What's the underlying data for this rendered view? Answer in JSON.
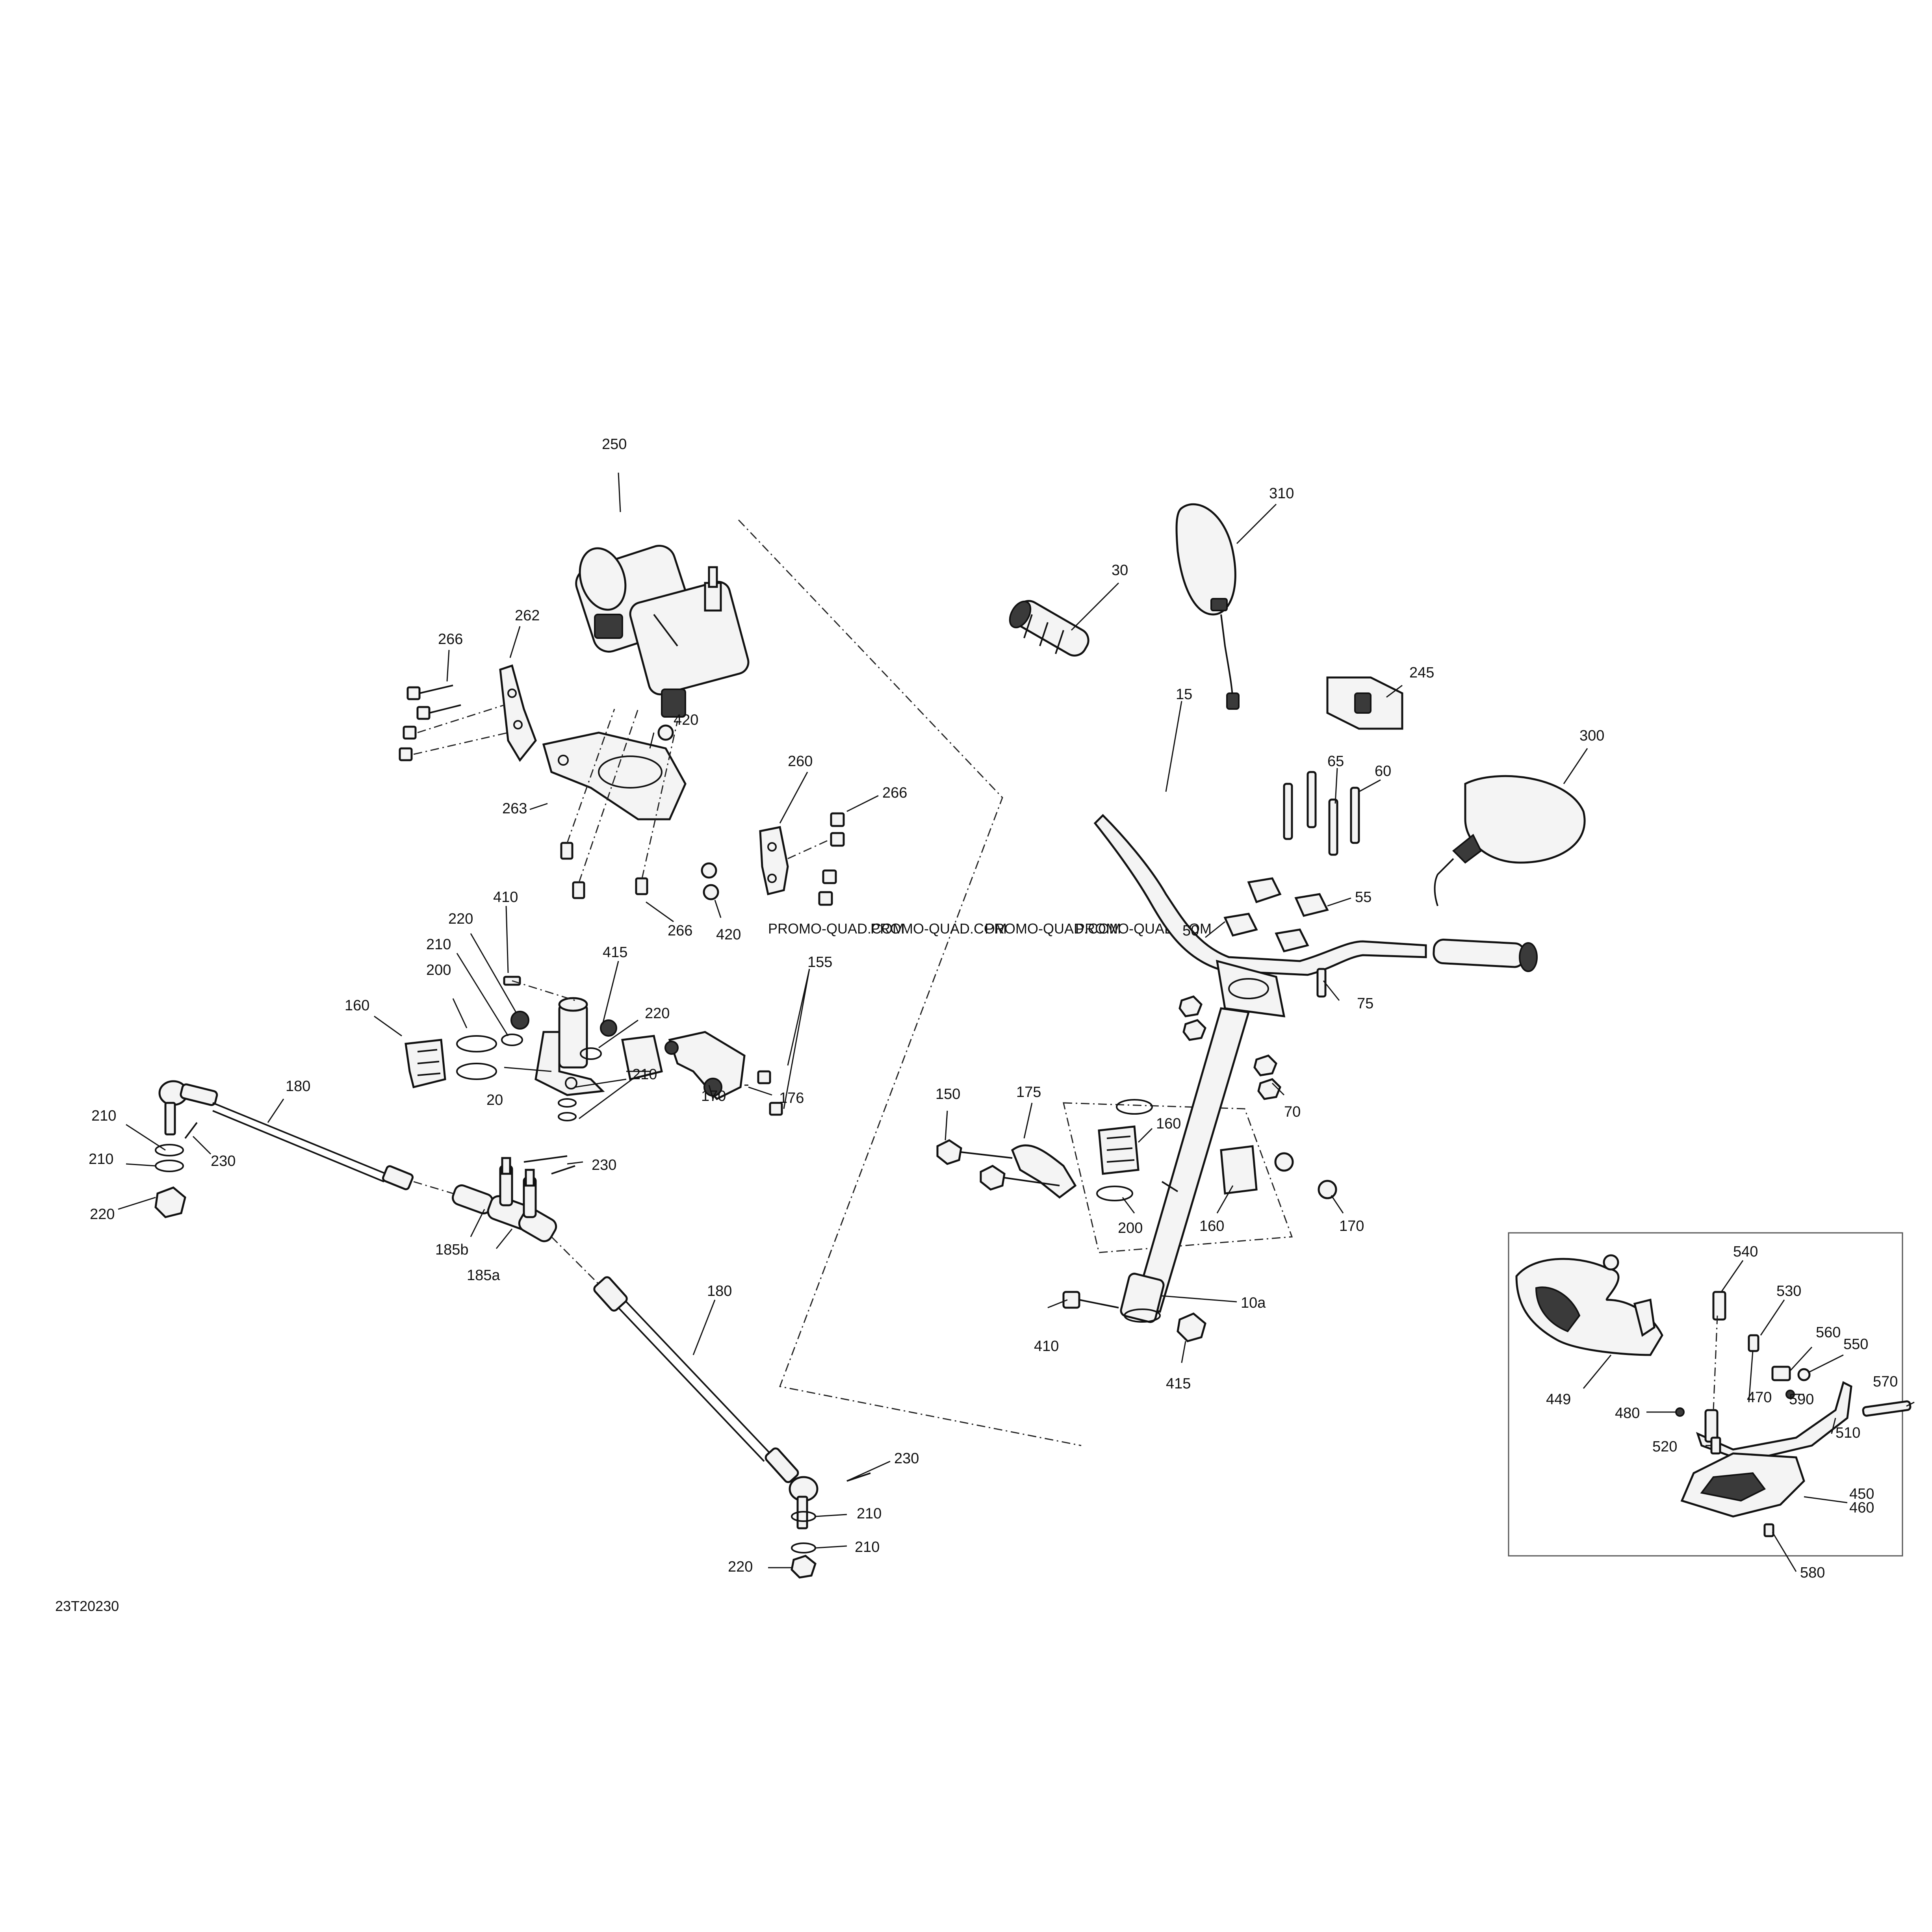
{
  "diagram_code": "23T20230",
  "watermark": "PROMO-QUAD.COM",
  "labels": {
    "l250": "250",
    "l262": "262",
    "l266a": "266",
    "l420a": "420",
    "l263": "263",
    "l260": "260",
    "l266b": "266",
    "l266c": "266",
    "l420b": "420",
    "l410a": "410",
    "l220a": "220",
    "l210a": "210",
    "l200a": "200",
    "l160a": "160",
    "l415a": "415",
    "l220b": "220",
    "l155": "155",
    "l210b": "210",
    "l170a": "170",
    "l176": "176",
    "l20": "20",
    "l180a": "180",
    "l210c": "210",
    "l230a": "230",
    "l210d": "210",
    "l220c": "220",
    "l230b": "230",
    "l185b": "185b",
    "l185a": "185a",
    "l180b": "180",
    "l230c": "230",
    "l210e": "210",
    "l210f": "210",
    "l220d": "220",
    "l310": "310",
    "l30": "30",
    "l245": "245",
    "l15": "15",
    "l65": "65",
    "l60": "60",
    "l300": "300",
    "l55": "55",
    "l50": "50",
    "l75": "75",
    "l70": "70",
    "l150": "150",
    "l175": "175",
    "l160b": "160",
    "l200b": "200",
    "l160c": "160",
    "l170b": "170",
    "l10a": "10a",
    "l410b": "410",
    "l415b": "415",
    "l540": "540",
    "l530": "530",
    "l449": "449",
    "l560": "560",
    "l550": "550",
    "l570": "570",
    "l470": "470",
    "l590": "590",
    "l480": "480",
    "l510": "510",
    "l520": "520",
    "l450": "450",
    "l460": "460",
    "l580": "580"
  }
}
